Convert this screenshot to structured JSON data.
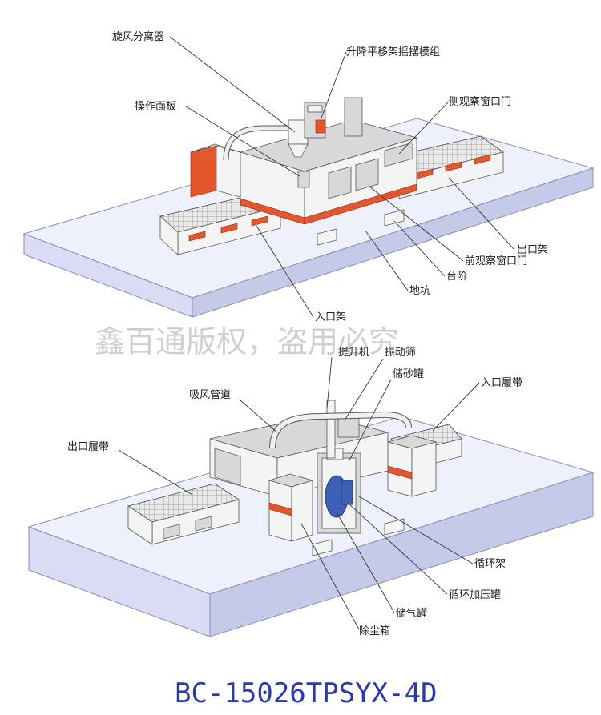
{
  "top_labels": {
    "cyclone": "旋风分离器",
    "lift": "升降平移架摇摆模组",
    "panel": "操作面板",
    "side_window": "侧观察窗口门",
    "exit_rack": "出口架",
    "front_window": "前观察窗口门",
    "step": "台阶",
    "pit": "地坑",
    "entry_rack": "入口架"
  },
  "watermark": "鑫百通版权，盗用必究",
  "bottom_labels": {
    "elevator": "提升机",
    "vibrating_screen": "振动筛",
    "suction_duct": "吸风管道",
    "sand_tank": "储砂罐",
    "entry_belt": "入口履带",
    "exit_belt": "出口履带",
    "circulation_rack": "循环架",
    "pressure_tank": "循环加压罐",
    "air_tank": "储气罐",
    "dust_box": "除尘箱"
  },
  "model": "BC-15026TPSYX-4D",
  "colors": {
    "accent": "#e4572e",
    "slab": "#d9dcf4",
    "model_text": "#2a3aa8"
  }
}
